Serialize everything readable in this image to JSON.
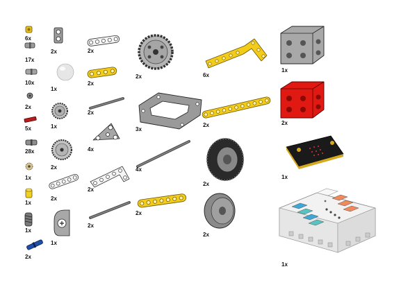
{
  "parts": [
    {
      "id": "bush-yellow",
      "qty": "6x"
    },
    {
      "id": "pin-grey-short",
      "qty": "17x"
    },
    {
      "id": "axle-pin-grey",
      "qty": "10x"
    },
    {
      "id": "connector-grey",
      "qty": "2x"
    },
    {
      "id": "axle-red",
      "qty": "5x"
    },
    {
      "id": "axle-connector",
      "qty": "28x"
    },
    {
      "id": "bush-tan",
      "qty": "1x"
    },
    {
      "id": "pin-yellow",
      "qty": "1x"
    },
    {
      "id": "worm-gear",
      "qty": "1x"
    },
    {
      "id": "pin-blue",
      "qty": "2x"
    },
    {
      "id": "cross-block",
      "qty": "2x"
    },
    {
      "id": "ball-white",
      "qty": "1x"
    },
    {
      "id": "gear-small",
      "qty": "1x"
    },
    {
      "id": "gear-medium",
      "qty": "2x"
    },
    {
      "id": "beam-5-white",
      "qty": "2x"
    },
    {
      "id": "motor-bracket",
      "qty": "1x"
    },
    {
      "id": "beam-5-white-2",
      "qty": "2x"
    },
    {
      "id": "beam-4-yellow",
      "qty": "2x"
    },
    {
      "id": "axle-dark-1",
      "qty": "2x"
    },
    {
      "id": "tri-plate",
      "qty": "4x"
    },
    {
      "id": "beam-L-white",
      "qty": "2x"
    },
    {
      "id": "axle-dark-2",
      "qty": "2x"
    },
    {
      "id": "gear-large",
      "qty": "2x"
    },
    {
      "id": "frame-grey",
      "qty": "3x"
    },
    {
      "id": "axle-long-dark",
      "qty": "4x"
    },
    {
      "id": "beam-7-yellow",
      "qty": "2x"
    },
    {
      "id": "beam-bent-yellow",
      "qty": "6x"
    },
    {
      "id": "beam-11-yellow",
      "qty": "2x"
    },
    {
      "id": "tire",
      "qty": "2x"
    },
    {
      "id": "hub",
      "qty": "2x"
    },
    {
      "id": "motor-grey",
      "qty": "1x"
    },
    {
      "id": "motor-red",
      "qty": "2x"
    },
    {
      "id": "microbit",
      "qty": "1x"
    },
    {
      "id": "nezha-board",
      "qty": "1x"
    }
  ]
}
